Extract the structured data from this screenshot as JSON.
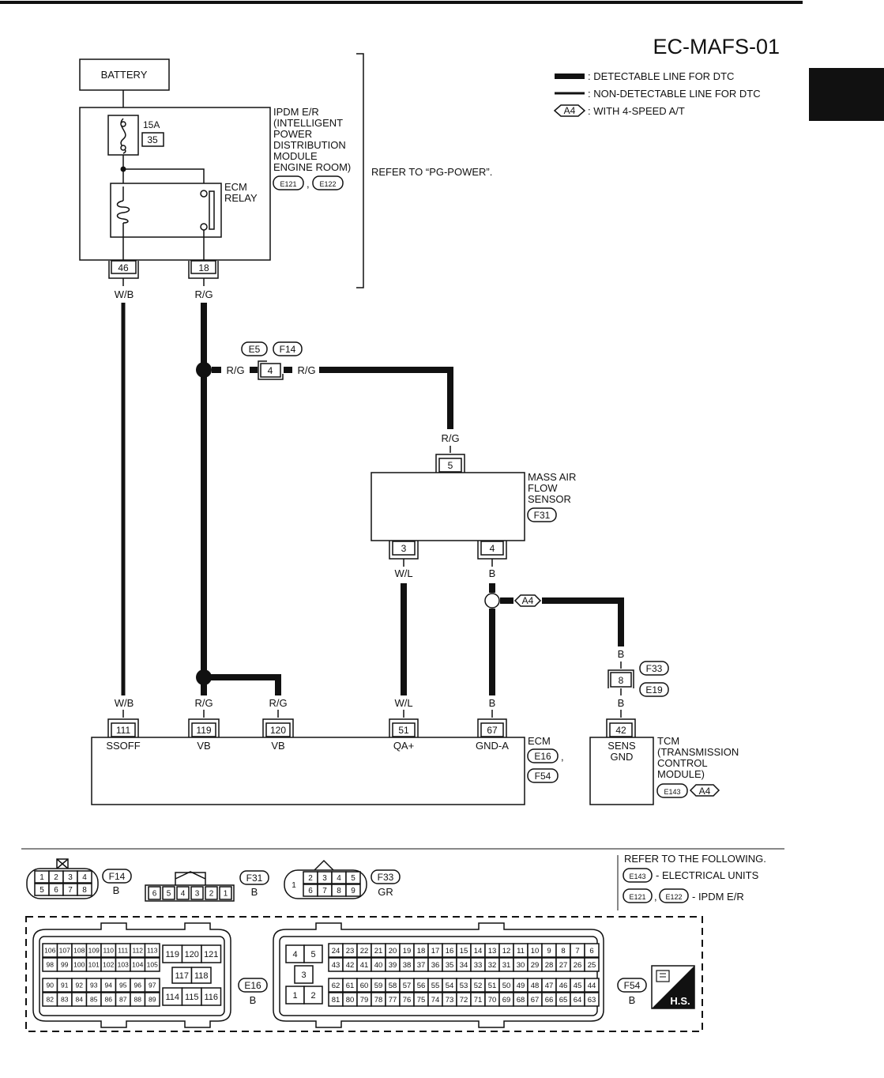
{
  "title": "EC-MAFS-01",
  "legend": [
    {
      "symbol": "thick-line",
      "text": ": DETECTABLE LINE FOR DTC"
    },
    {
      "symbol": "thin-line",
      "text": ": NON-DETECTABLE LINE FOR DTC"
    },
    {
      "symbol": "A4",
      "text": ": WITH 4-SPEED A/T"
    }
  ],
  "battery": "BATTERY",
  "fuse": {
    "rating": "15A",
    "number": "35"
  },
  "ipdm": {
    "lines": [
      "IPDM E/R",
      "(INTELLIGENT",
      "POWER",
      "DISTRIBUTION",
      "MODULE",
      "ENGINE ROOM)"
    ],
    "connectors": [
      "E121",
      "E122"
    ],
    "sep": ","
  },
  "ecm_relay": [
    "ECM",
    "RELAY"
  ],
  "refer_pg": "REFER TO “PG-POWER”.",
  "pins": {
    "ipdm_46": "46",
    "ipdm_18": "18",
    "joint_4": "4",
    "maf_5": "5",
    "maf_3": "3",
    "maf_4": "4",
    "tcm_8": "8",
    "tcm_42": "42",
    "ecm_111": "111",
    "ecm_119": "119",
    "ecm_120": "120",
    "ecm_51": "51",
    "ecm_67": "67"
  },
  "wires": {
    "wb": "W/B",
    "rg": "R/G",
    "wl": "W/L",
    "b": "B"
  },
  "joint_connectors": [
    "E5",
    "F14"
  ],
  "maf": {
    "lines": [
      "MASS AIR",
      "FLOW",
      "SENSOR"
    ],
    "connector": "F31"
  },
  "a4": "A4",
  "tcm_conn": [
    "F33",
    "E19"
  ],
  "ecm": {
    "name": "ECM",
    "connectors": [
      "E16",
      "F54"
    ],
    "sep": ",",
    "terminals": [
      "SSOFF",
      "VB",
      "VB",
      "QA+",
      "GND-A"
    ]
  },
  "tcm": {
    "terminal": [
      "SENS",
      "GND"
    ],
    "lines": [
      "TCM",
      "(TRANSMISSION",
      "CONTROL",
      "MODULE)"
    ],
    "connectors": [
      "E143",
      "A4"
    ]
  },
  "connector_views": {
    "f14": {
      "id": "F14",
      "color": "B",
      "top": [
        "1",
        "2",
        "3",
        "4"
      ],
      "bottom": [
        "5",
        "6",
        "7",
        "8"
      ]
    },
    "f31": {
      "id": "F31",
      "color": "B",
      "pins": [
        "6",
        "5",
        "4",
        "3",
        "2",
        "1"
      ]
    },
    "f33": {
      "id": "F33",
      "color": "GR",
      "left": "1",
      "top": [
        "2",
        "3",
        "4",
        "5"
      ],
      "bottom": [
        "6",
        "7",
        "8",
        "9"
      ]
    },
    "e16": {
      "id": "E16",
      "color": "B",
      "row1": [
        "106",
        "107",
        "108",
        "109",
        "110",
        "111",
        "112",
        "113"
      ],
      "row2": [
        "98",
        "99",
        "100",
        "101",
        "102",
        "103",
        "104",
        "105"
      ],
      "row3": [
        "90",
        "91",
        "92",
        "93",
        "94",
        "95",
        "96",
        "97"
      ],
      "row4": [
        "82",
        "83",
        "84",
        "85",
        "86",
        "87",
        "88",
        "89"
      ],
      "blk_top": [
        "119",
        "120",
        "121"
      ],
      "blk_mid": [
        "117",
        "118"
      ],
      "blk_bot": [
        "114",
        "115",
        "116"
      ]
    },
    "f54": {
      "id": "F54",
      "color": "B",
      "small_top": [
        "4",
        "5"
      ],
      "small_mid": "3",
      "small_bot": [
        "1",
        "2"
      ],
      "row1": [
        "24",
        "23",
        "22",
        "21",
        "20",
        "19",
        "18",
        "17",
        "16",
        "15",
        "14",
        "13",
        "12",
        "11",
        "10",
        "9",
        "8",
        "7",
        "6"
      ],
      "row2": [
        "43",
        "42",
        "41",
        "40",
        "39",
        "38",
        "37",
        "36",
        "35",
        "34",
        "33",
        "32",
        "31",
        "30",
        "29",
        "28",
        "27",
        "26",
        "25"
      ],
      "row3": [
        "62",
        "61",
        "60",
        "59",
        "58",
        "57",
        "56",
        "55",
        "54",
        "53",
        "52",
        "51",
        "50",
        "49",
        "48",
        "47",
        "46",
        "45",
        "44"
      ],
      "row4": [
        "81",
        "80",
        "79",
        "78",
        "77",
        "76",
        "75",
        "74",
        "73",
        "72",
        "71",
        "70",
        "69",
        "68",
        "67",
        "66",
        "65",
        "64",
        "63"
      ]
    }
  },
  "refer": {
    "heading": "REFER TO THE FOLLOWING.",
    "items": [
      {
        "connectors": [
          "E143"
        ],
        "text": "- ELECTRICAL UNITS"
      },
      {
        "connectors": [
          "E121",
          "E122"
        ],
        "text": "- IPDM E/R"
      }
    ]
  },
  "hs_badge": "H.S."
}
